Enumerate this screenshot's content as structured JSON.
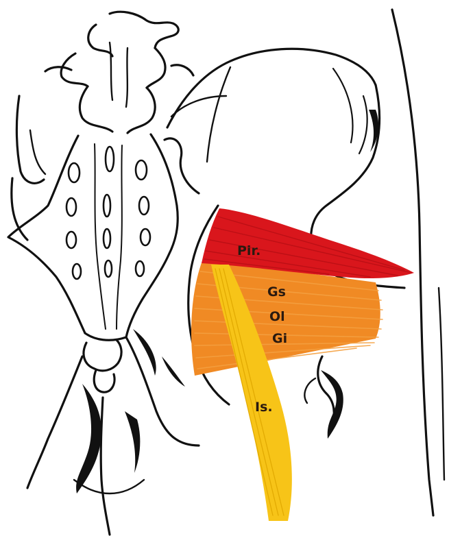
{
  "labels": {
    "piriformis": "Pir.",
    "gemellus_superior": "Gs",
    "obturator_internus": "Ol",
    "gemellus_inferior": "Gi",
    "ischiatic_nerve": "Is."
  },
  "colors": {
    "piriformis": "#d9161c",
    "gemelli_obturator": "#f08a24",
    "ischiatic_nerve": "#f7c418",
    "outline": "#111111"
  }
}
